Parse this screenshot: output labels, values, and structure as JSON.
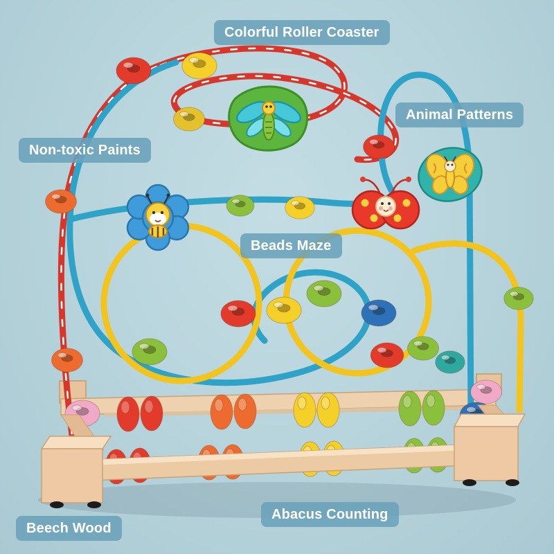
{
  "background_color": "#b5d2da",
  "label_style": {
    "background": "rgba(106,162,187,0.88)",
    "text_color": "#ffffff"
  },
  "labels": {
    "roller_coaster": "Colorful Roller Coaster",
    "animal_patterns": "Animal Patterns",
    "non_toxic": "Non-toxic Paints",
    "beads_maze": "Beads Maze",
    "abacus": "Abacus Counting",
    "beech_wood": "Beech Wood"
  },
  "toy": {
    "wire_colors": {
      "red": "#d7372a",
      "blue": "#2fa3c7",
      "yellow": "#f2c41d"
    },
    "bead_colors": {
      "red": "#e23b2b",
      "orange": "#ee6b2f",
      "yellow": "#f4d028",
      "green": "#8bc03c",
      "blue": "#2d72b8",
      "pink": "#f0a9c6"
    },
    "wood_color": "#eccaa4"
  }
}
